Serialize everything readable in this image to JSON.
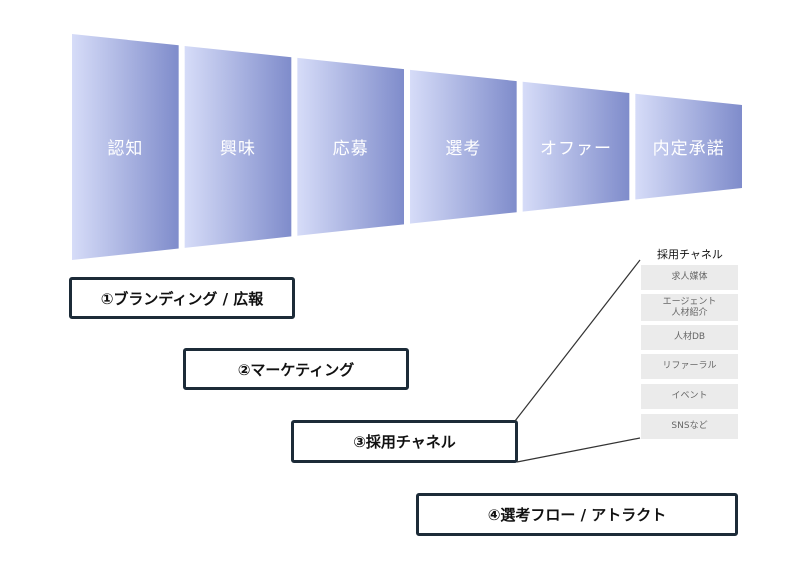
{
  "colors": {
    "funnel_light": "#d6dcf8",
    "funnel_dark": "#7f8ccb",
    "box_border": "#1c2b38",
    "chip_bg": "#ebebeb",
    "chip_text": "#666666"
  },
  "funnel": {
    "stages": [
      {
        "label": "認知"
      },
      {
        "label": "興味"
      },
      {
        "label": "応募"
      },
      {
        "label": "選考"
      },
      {
        "label": "オファー"
      },
      {
        "label": "内定承諾"
      }
    ]
  },
  "boxes": [
    {
      "label": "①ブランディング / 広報"
    },
    {
      "label": "②マーケティング"
    },
    {
      "label": "③採用チャネル"
    },
    {
      "label": "④選考フロー / アトラクト"
    }
  ],
  "channels": {
    "title": "採用チャネル",
    "items": [
      {
        "lines": [
          "求人媒体"
        ]
      },
      {
        "lines": [
          "エージェント",
          "人材紹介"
        ]
      },
      {
        "lines": [
          "人材DB"
        ]
      },
      {
        "lines": [
          "リファーラル"
        ]
      },
      {
        "lines": [
          "イベント"
        ]
      },
      {
        "lines": [
          "SNSなど"
        ]
      }
    ]
  }
}
